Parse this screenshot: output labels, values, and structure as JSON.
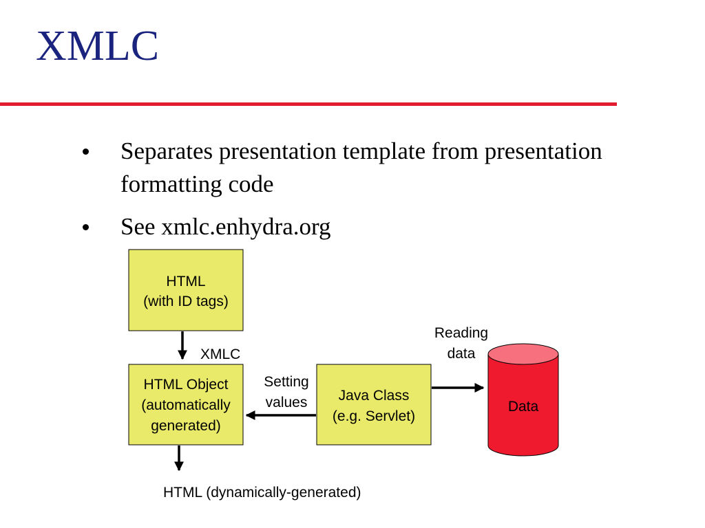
{
  "title": "XMLC",
  "bullets": [
    {
      "text": "Separates presentation template from presentation formatting code"
    },
    {
      "text": "See xmlc.enhydra.org"
    }
  ],
  "diagram": {
    "html_box": {
      "line1": "HTML",
      "line2": "(with ID tags)"
    },
    "xmlc_label": "XMLC",
    "html_object_box": {
      "line1": "HTML Object",
      "line2": "(automatically",
      "line3": "generated)"
    },
    "setting_values": {
      "line1": "Setting",
      "line2": "values"
    },
    "java_class_box": {
      "line1": "Java Class",
      "line2": "(e.g. Servlet)"
    },
    "reading_data": {
      "line1": "Reading",
      "line2": "data"
    },
    "data_cylinder": {
      "label": "Data"
    },
    "output_label": "HTML (dynamically-generated)"
  },
  "colors": {
    "title": "#1a237e",
    "rule": "#e31b2e",
    "box_fill": "#eaea6a",
    "cylinder_fill": "#ef1a2e",
    "cylinder_top": "#f6707e"
  }
}
